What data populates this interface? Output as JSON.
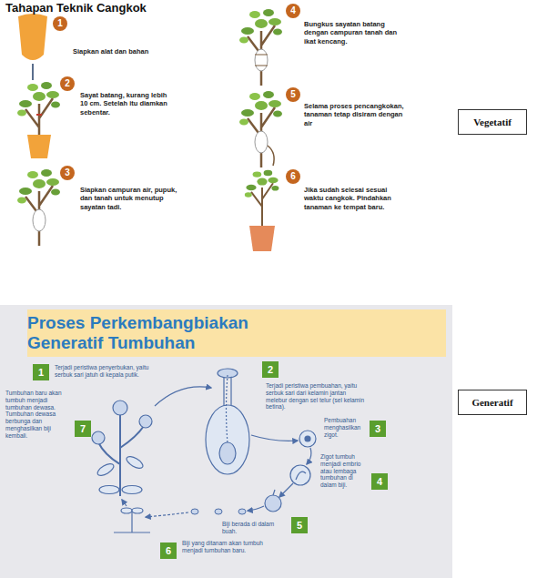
{
  "diagram": {
    "title": "Tahapan Teknik Cangkok",
    "nodes": [
      {
        "text": [
          "1"
        ]
      },
      {
        "text": [
          "2"
        ]
      },
      {
        "text": [
          "3"
        ]
      },
      {
        "text": [
          "4"
        ]
      },
      {
        "text": [
          "5"
        ]
      },
      {
        "text": [
          "6"
        ]
      },
      {
        "text": [
          "Vegetatif"
        ]
      },
      {
        "text": [
          "Proses Perkembangbiakan Generatif Tumbuhan"
        ]
      },
      {
        "text": [
          "1"
        ]
      },
      {
        "text": [
          "2"
        ]
      },
      {
        "text": [
          "3"
        ]
      },
      {
        "text": [
          "4"
        ]
      },
      {
        "text": [
          "5"
        ]
      },
      {
        "text": [
          "6"
        ]
      },
      {
        "text": [
          "7"
        ]
      },
      {
        "text": [
          "Generatif"
        ]
      }
    ],
    "labels": [
      "Siapkan alat dan bahan",
      "Sayat batang, kurang lebih 10 cm. Setelah itu diamkan sebentar.",
      "Siapkan campuran air, pupuk, dan tanah untuk menutup sayatan tadi.",
      "Bungkus sayatan batang dengan campuran tanah dan ikat kencang.",
      "Selama proses pencangkokan, tanaman tetap disiram dengan air",
      "Jika sudah selesai sesuai waktu cangkok. Pindahkan tanaman ke tempat baru.",
      "Terjadi peristiwa penyerbukan, yaitu serbuk sari jatuh di kepala putik.",
      "Terjadi peristiwa pembuahan, yaitu serbuk sari dari kelamin jantan melebur dengan sel telur (sel kelamin betina).",
      "Pembuahan menghasilkan zigot.",
      "Zigot tumbuh menjadi embrio atau lembaga tumbuhan di dalam biji.",
      "Biji berada di dalam buah.",
      "Biji yang ditanam akan tumbuh menjadi tumbuhan baru.",
      "Tumbuhan baru akan tumbuh menjadi tumbuhan dewasa. Tumbuhan dewasa berbunga dan menghasilkan biji kembali."
    ]
  }
}
